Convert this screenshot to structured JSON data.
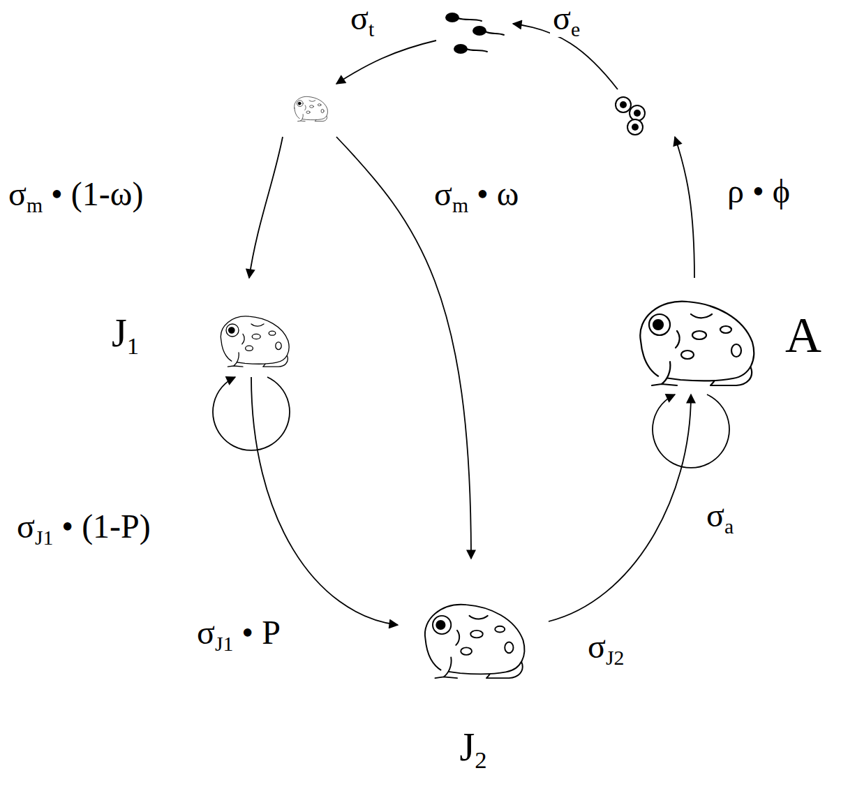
{
  "diagram": {
    "nodes": [
      {
        "text": [
          "J1"
        ]
      },
      {
        "text": [
          "A"
        ]
      },
      {
        "text": [
          "J2"
        ]
      }
    ],
    "edges": [
      {
        "from": 0,
        "to": 0,
        "label": "σJ1 • (1-P)",
        "arrow": "to"
      },
      {
        "from": 0,
        "to": 2,
        "label": "σJ1 • P",
        "arrow": "to"
      },
      {
        "from": 2,
        "to": 1,
        "label": "σJ2",
        "arrow": "to"
      },
      {
        "from": 1,
        "to": 1,
        "label": "σa",
        "arrow": "to"
      }
    ],
    "labels": [
      "σt",
      "σe",
      "σm • (1-ω)",
      "σm • ω",
      "ρ • ϕ"
    ]
  }
}
